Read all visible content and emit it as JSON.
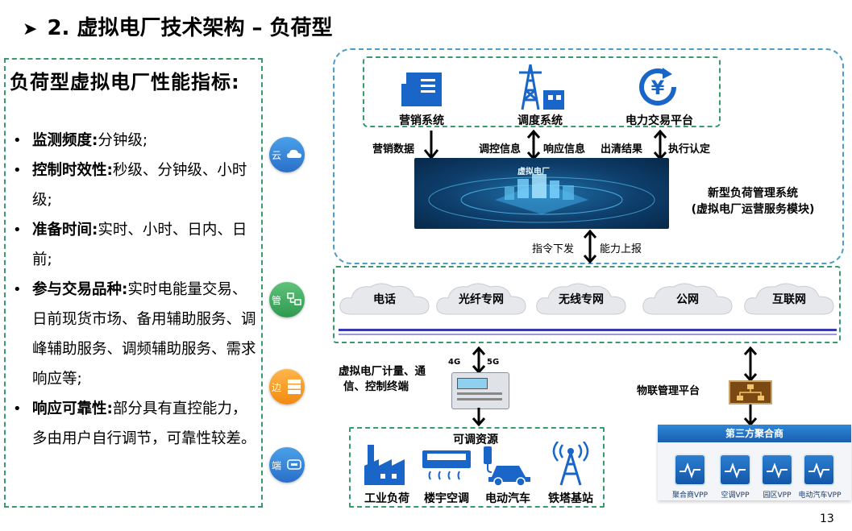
{
  "header": {
    "title": "2. 虚拟电厂技术架构 – 负荷型"
  },
  "left_panel": {
    "heading": "负荷型虚拟电厂性能指标:",
    "metrics": [
      {
        "key": "监测频度:",
        "value": "分钟级;"
      },
      {
        "key": "控制时效性:",
        "value": "秒级、分钟级、小时级;"
      },
      {
        "key": "准备时间:",
        "value": "实时、小时、日内、日前;"
      },
      {
        "key": "参与交易品种:",
        "value": "实时电能量交易、日前现货市场、备用辅助服务、调峰辅助服务、调频辅助服务、需求响应等;"
      },
      {
        "key": "响应可靠性:",
        "value": "部分具有直控能力，多由用户自行调节，可靠性较差。"
      }
    ]
  },
  "layers": {
    "cloud": "云",
    "pipe": "管",
    "edge": "边",
    "end": "端"
  },
  "cloud_layer": {
    "systems": [
      "营销系统",
      "调度系统",
      "电力交易平台"
    ],
    "flows": {
      "marketing_data": "营销数据",
      "control_info": "调控信息",
      "response_info": "响应信息",
      "clearing_result": "出清结果",
      "execution_confirm": "执行认定"
    },
    "platform_title_line1": "新型负荷管理系统",
    "platform_title_line2": "(虚拟电厂运营服务模块)",
    "platform_banner": "虚拟电厂"
  },
  "command_flow": {
    "down": "指令下发",
    "up": "能力上报"
  },
  "pipe_layer": {
    "networks": [
      "电话",
      "光纤专网",
      "无线专网",
      "公网",
      "互联网"
    ]
  },
  "edge_layer": {
    "terminal_label_line1": "虚拟电厂计量、通",
    "terminal_label_line2": "信、控制终端",
    "badge_4g": "4G",
    "badge_5g": "5G",
    "iot_platform": "物联管理平台"
  },
  "end_layer": {
    "title": "可调资源",
    "resources": [
      "工业负荷",
      "楼宇空调",
      "电动汽车",
      "铁塔基站"
    ]
  },
  "aggregator": {
    "title": "第三方聚合商",
    "items": [
      "聚合商VPP",
      "空调VPP",
      "园区VPP",
      "电动汽车VPP"
    ]
  },
  "page_number": "13",
  "colors": {
    "primary": "#1a66c8",
    "dashed_green": "#3b9a6d",
    "dashed_blue": "#4d9cc9"
  }
}
